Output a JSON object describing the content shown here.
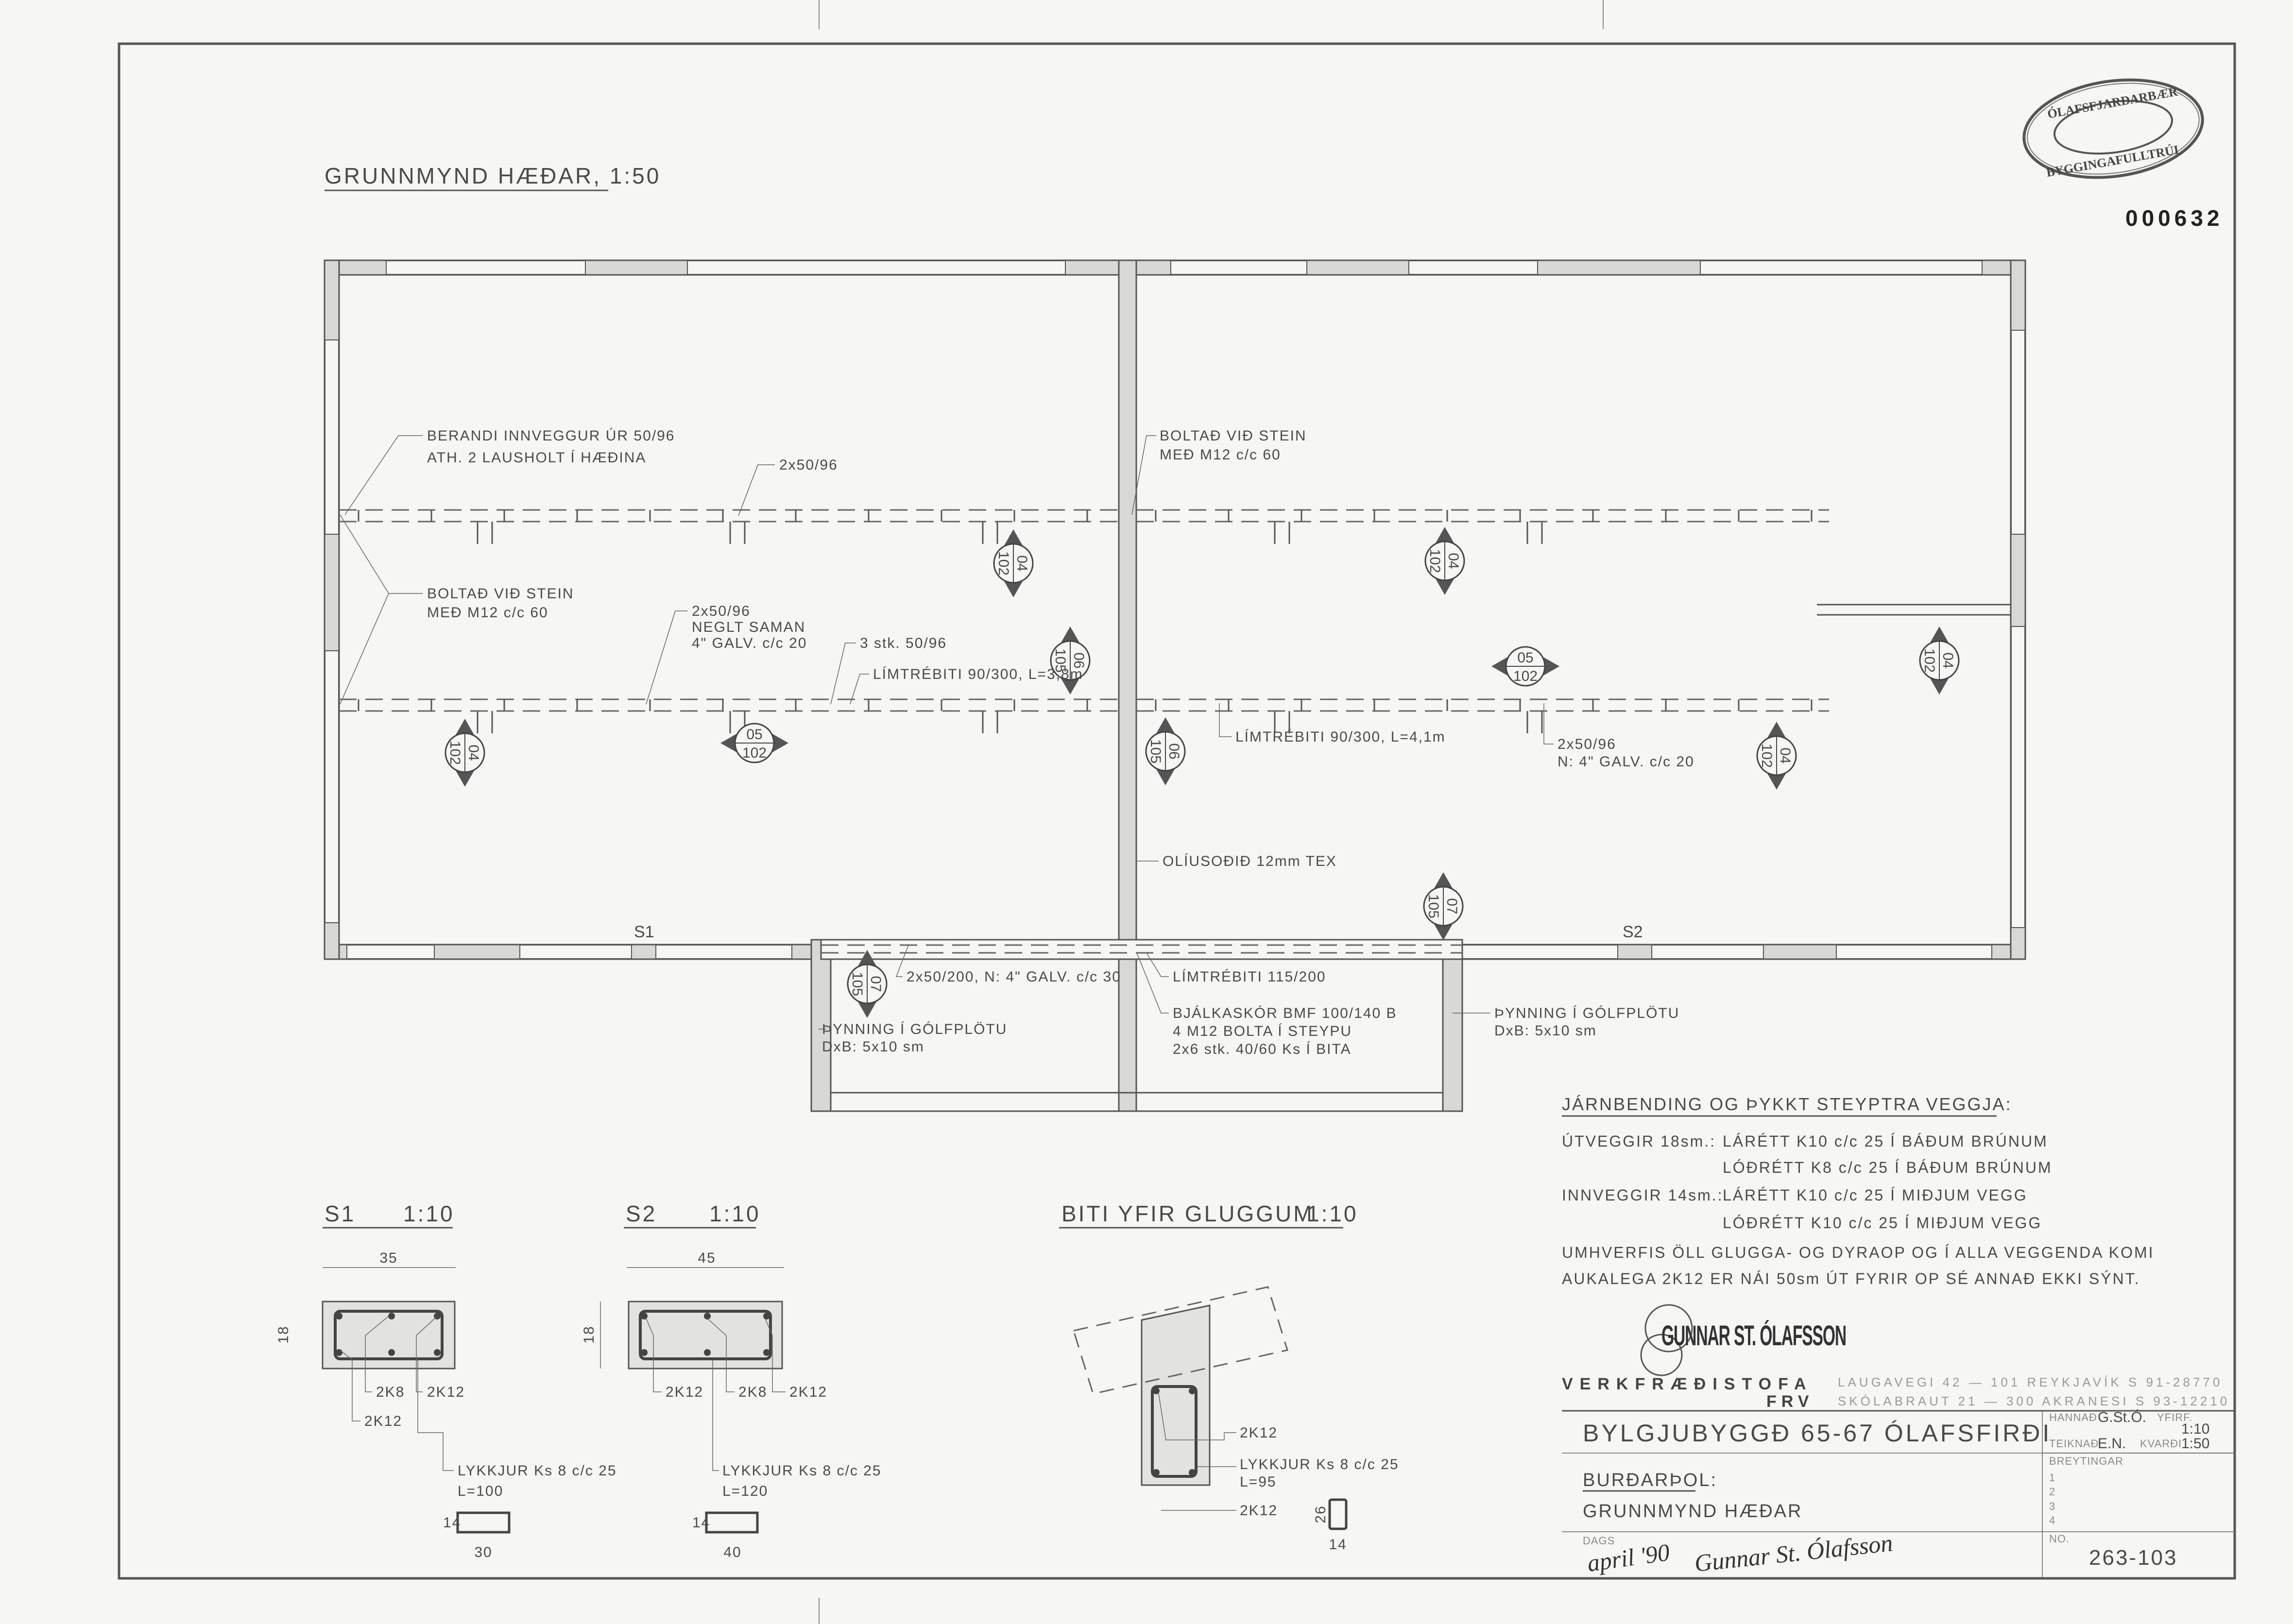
{
  "sheet": {
    "plan_title": "GRUNNMYND HÆÐAR, 1:50",
    "drawing_id": "000632",
    "stamp": {
      "top": "ÓLAFSFJARÐARBÆR",
      "bottom": "BYGGINGAFULLTRÚI"
    }
  },
  "plan": {
    "annotations": {
      "berandi_1": "BERANDI INNVEGGUR ÚR 50/96",
      "berandi_2": "ATH. 2 LAUSHOLT Í HÆÐINA",
      "top_2x50": "2x50/96",
      "boltad_left_1": "BOLTAÐ VIÐ STEIN",
      "boltad_left_2": "MEÐ M12 c/c 60",
      "neglt_1": "2x50/96",
      "neglt_2": "NEGLT SAMAN",
      "neglt_3": "4\" GALV. c/c 20",
      "stk": "3 stk. 50/96",
      "limtre_left": "LÍMTRÉBITI 90/300, L=3,8m",
      "boltad_right_1": "BOLTAÐ VIÐ STEIN",
      "boltad_right_2": "MEÐ M12 c/c 60",
      "limtre_right": "LÍMTRÉBITI 90/300, L=4,1m",
      "right_2x50_1": "2x50/96",
      "right_2x50_2": "N: 4\" GALV. c/c 20",
      "oliusodid": "OLÍUSOÐIÐ 12mm TEX",
      "annex_beam": "2x50/200, N: 4\" GALV. c/c 30",
      "limtre_115": "LÍMTRÉBITI 115/200",
      "bjalka_1": "BJÁLKASKÓR BMF 100/140 B",
      "bjalka_2": "4 M12 BOLTA Í STEYPU",
      "bjalka_3": "2x6 stk. 40/60 Ks Í BITA",
      "thynning_left_1": "ÞYNNING Í GÓLFPLÖTU",
      "thynning_left_2": "DxB: 5x10 sm",
      "thynning_right_1": "ÞYNNING Í GÓLFPLÖTU",
      "thynning_right_2": "DxB: 5x10 sm",
      "s1": "S1",
      "s2": "S2"
    },
    "section_markers": [
      {
        "top": "04",
        "bottom": "102"
      },
      {
        "top": "04",
        "bottom": "102"
      },
      {
        "top": "04",
        "bottom": "102"
      },
      {
        "top": "05",
        "bottom": "102"
      },
      {
        "top": "06",
        "bottom": "105"
      },
      {
        "top": "06",
        "bottom": "105"
      },
      {
        "top": "05",
        "bottom": "102"
      },
      {
        "top": "04",
        "bottom": "102"
      },
      {
        "top": "04",
        "bottom": "102"
      },
      {
        "top": "07",
        "bottom": "105"
      },
      {
        "top": "07",
        "bottom": "105"
      }
    ]
  },
  "notes": {
    "title": "JÁRNBENDING OG ÞYKKT STEYPTRA VEGGJA:",
    "rows": [
      {
        "label": "ÚTVEGGIR 18sm.:",
        "text": "LÁRÉTT K10 c/c 25 Í BÁÐUM BRÚNUM"
      },
      {
        "label": "",
        "text": "LÓÐRÉTT K8 c/c 25 Í BÁÐUM BRÚNUM"
      },
      {
        "label": "INNVEGGIR 14sm.:",
        "text": "LÁRÉTT K10 c/c 25 Í MIÐJUM VEGG"
      },
      {
        "label": "",
        "text": "LÓÐRÉTT K10 c/c 25 Í MIÐJUM VEGG"
      }
    ],
    "footer_1": "UMHVERFIS ÖLL GLUGGA- OG DYRAOP OG Í ALLA VEGGENDA KOMI",
    "footer_2": "AUKALEGA 2K12 ER NÁI 50sm ÚT FYRIR OP SÉ ANNAÐ EKKI SÝNT."
  },
  "details": {
    "s1": {
      "title": "S1",
      "scale": "1:10",
      "width": "35",
      "height": "18",
      "bar_a": "2K8",
      "bar_b": "2K12",
      "bar_c": "2K12",
      "stirrup": "LYKKJUR Ks 8 c/c 25",
      "length": "L=100",
      "stirrup_h": "14",
      "stirrup_w": "30"
    },
    "s2": {
      "title": "S2",
      "scale": "1:10",
      "width": "45",
      "height": "18",
      "bar_a": "2K12",
      "bar_b": "2K8",
      "bar_c": "2K12",
      "stirrup": "LYKKJUR Ks 8 c/c 25",
      "length": "L=120",
      "stirrup_h": "14",
      "stirrup_w": "40"
    },
    "biti": {
      "title": "BITI YFIR GLUGGUM",
      "scale": "1:10",
      "bar_top": "2K12",
      "stirrup": "LYKKJUR Ks 8 c/c 25",
      "length": "L=95",
      "bar_bottom": "2K12",
      "stirrup_h": "26",
      "stirrup_w": "14"
    }
  },
  "title_block": {
    "logo": "GUNNAR ST. ÓLAFSSON",
    "firm": "VERKFRÆÐISTOFA",
    "frv": "FRV",
    "address_1": "LAUGAVEGI 42 — 101 REYKJAVÍK S 91-28770",
    "address_2": "SKÓLABRAUT 21 — 300 AKRANESI S 93-12210",
    "project": "BYLGJUBYGGÐ 65-67 ÓLAFSFIRÐI",
    "discipline": "BURÐARÞOL:",
    "sheet_name": "GRUNNMYND HÆÐAR",
    "dags_label": "DAGS",
    "date": "april '90",
    "signature": "Gunnar St. Ólafsson",
    "hannad_label": "HANNAÐ",
    "hannad": "G.St.Ó.",
    "yfirf_label": "YFIRF.",
    "teiknad_label": "TEIKNAÐ",
    "teiknad": "E.N.",
    "kvardi_label": "KVARÐI",
    "scale_1": "1:10",
    "scale_2": "1:50",
    "breytingar_label": "BREYTINGAR",
    "rev": [
      "1",
      "2",
      "3",
      "4"
    ],
    "no_label": "NO.",
    "number": "263-103"
  }
}
